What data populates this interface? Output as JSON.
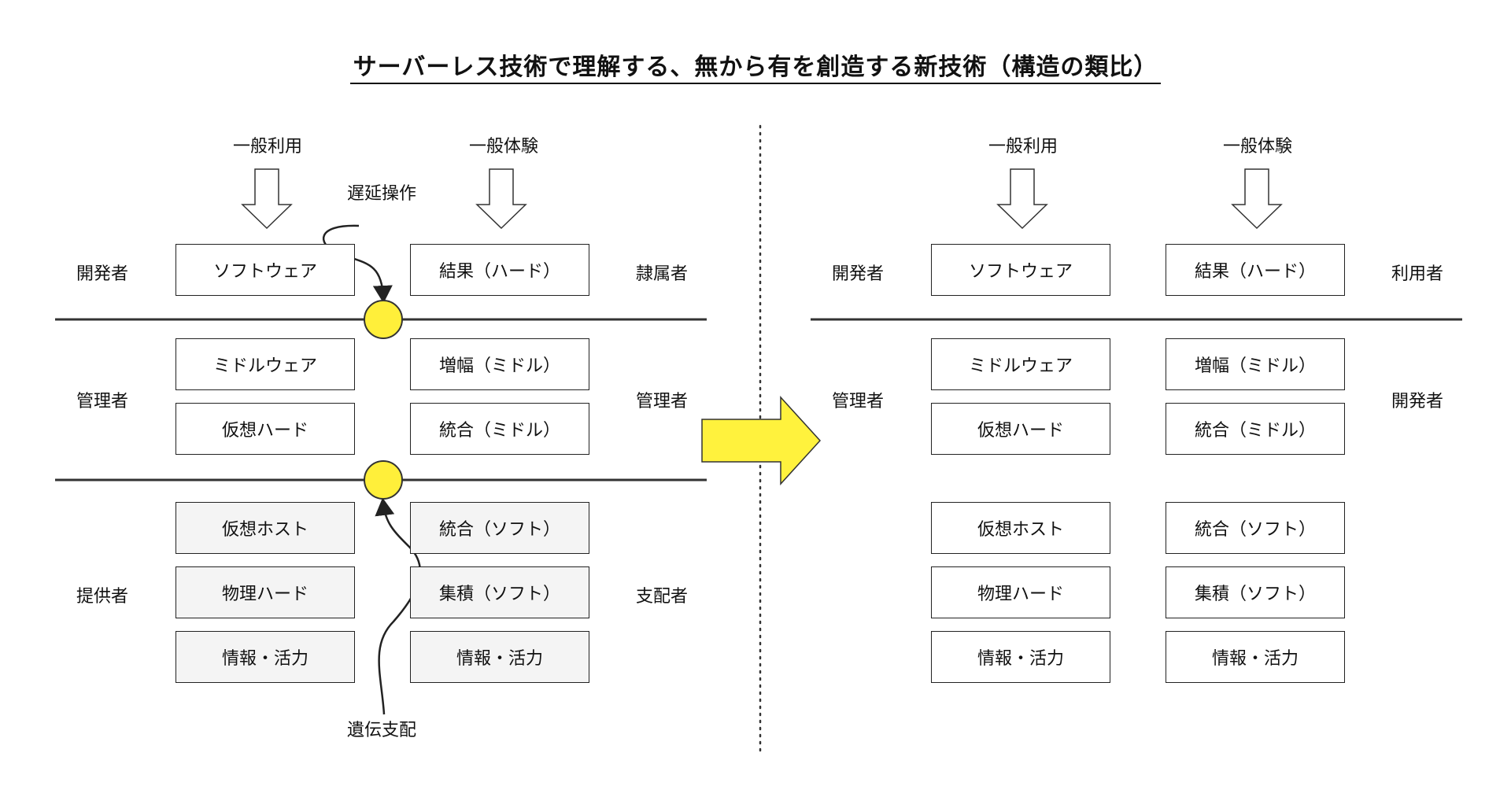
{
  "title": "サーバーレス技術で理解する、無から有を創造する新技術（構造の類比）",
  "left": {
    "top_labels": [
      "一般利用",
      "一般体験"
    ],
    "row_labels_left": [
      "開発者",
      "管理者",
      "提供者"
    ],
    "row_labels_right": [
      "隷属者",
      "管理者",
      "支配者"
    ],
    "col1": [
      "ソフトウェア",
      "ミドルウェア",
      "仮想ハード",
      "仮想ホスト",
      "物理ハード",
      "情報・活力"
    ],
    "col2": [
      "結果（ハード）",
      "増幅（ミドル）",
      "統合（ミドル）",
      "統合（ソフト）",
      "集積（ソフト）",
      "情報・活力"
    ],
    "annotation_top": "遅延操作",
    "annotation_bottom": "遺伝支配"
  },
  "right": {
    "top_labels": [
      "一般利用",
      "一般体験"
    ],
    "row_labels_left": [
      "開発者",
      "管理者"
    ],
    "row_labels_right": [
      "利用者",
      "開発者"
    ],
    "col1": [
      "ソフトウェア",
      "ミドルウェア",
      "仮想ハード",
      "仮想ホスト",
      "物理ハード",
      "情報・活力"
    ],
    "col2": [
      "結果（ハード）",
      "増幅（ミドル）",
      "統合（ミドル）",
      "統合（ソフト）",
      "集積（ソフト）",
      "情報・活力"
    ]
  },
  "colors": {
    "node_yellow": "#ffef3a",
    "arrow_yellow": "#fff23d",
    "gray_box": "#f4f4f4",
    "line": "#333333"
  },
  "icons": [
    "down-arrow-icon",
    "right-arrow-icon",
    "curved-arrow-icon",
    "junction-node-icon"
  ]
}
